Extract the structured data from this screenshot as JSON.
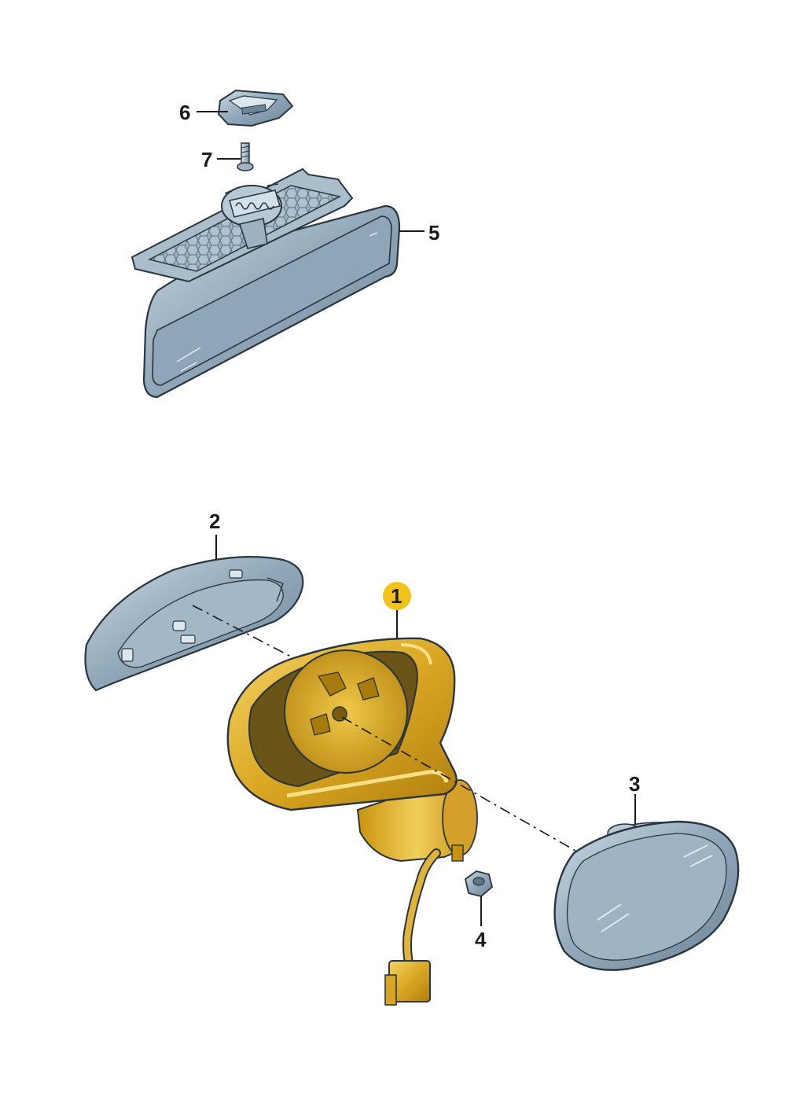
{
  "callouts": [
    {
      "id": "1",
      "label": "1",
      "highlighted": true
    },
    {
      "id": "2",
      "label": "2",
      "highlighted": false
    },
    {
      "id": "3",
      "label": "3",
      "highlighted": false
    },
    {
      "id": "4",
      "label": "4",
      "highlighted": false
    },
    {
      "id": "5",
      "label": "5",
      "highlighted": false
    },
    {
      "id": "6",
      "label": "6",
      "highlighted": false
    },
    {
      "id": "7",
      "label": "7",
      "highlighted": false
    }
  ],
  "colors": {
    "background": "#ffffff",
    "housing_gold": "#d9a520",
    "housing_gold_light": "#f0cd5a",
    "housing_gold_dark": "#a87a0c",
    "glass_blue": "#8fa7b8",
    "glass_blue_light": "#c9d8e2",
    "glass_blue_dark": "#5f7687",
    "line_color": "#1a1a1a",
    "callout_highlight": "#f2c418"
  }
}
